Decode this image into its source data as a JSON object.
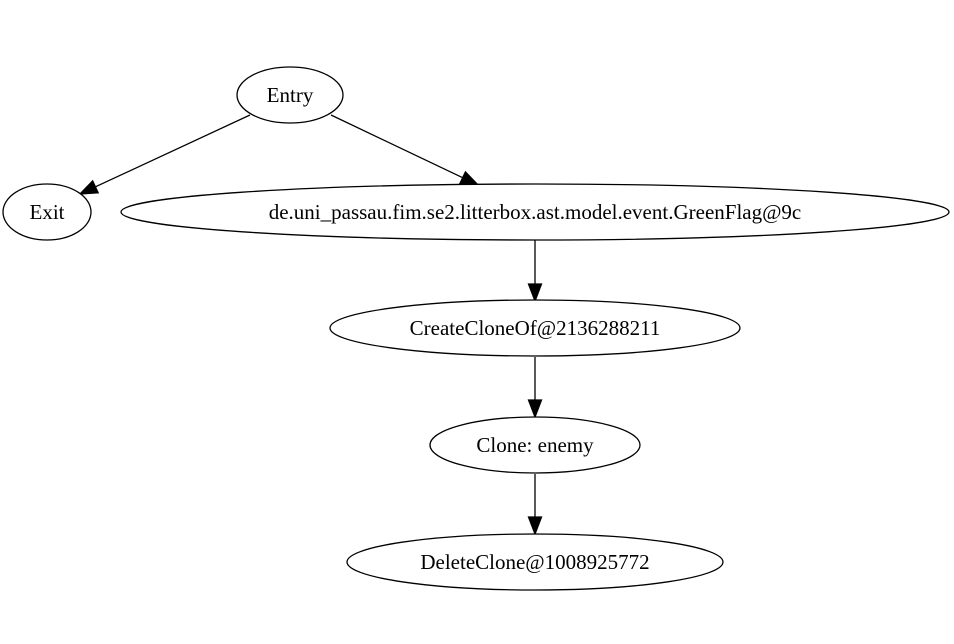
{
  "graph": {
    "nodes": [
      {
        "id": "entry",
        "label": "Entry"
      },
      {
        "id": "exit",
        "label": "Exit"
      },
      {
        "id": "greenflag",
        "label": "de.uni_passau.fim.se2.litterbox.ast.model.event.GreenFlag@9c"
      },
      {
        "id": "createclone",
        "label": "CreateCloneOf@2136288211"
      },
      {
        "id": "clone",
        "label": "Clone: enemy"
      },
      {
        "id": "deleteclone",
        "label": "DeleteClone@1008925772"
      }
    ],
    "edges": [
      {
        "from": "entry",
        "to": "exit"
      },
      {
        "from": "entry",
        "to": "greenflag"
      },
      {
        "from": "greenflag",
        "to": "createclone"
      },
      {
        "from": "createclone",
        "to": "clone"
      },
      {
        "from": "clone",
        "to": "deleteclone"
      }
    ]
  }
}
